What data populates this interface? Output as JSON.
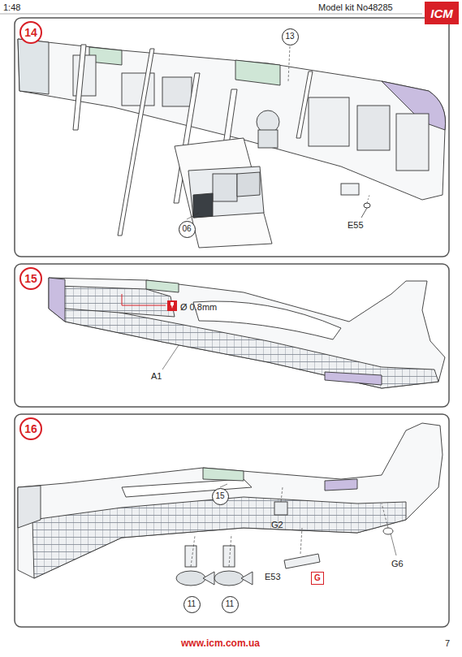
{
  "diagram": {
    "nodes": [
      {
        "text": [
          "ICM"
        ]
      },
      {
        "text": [
          "14"
        ]
      },
      {
        "text": [
          "13"
        ]
      },
      {
        "text": [
          "06"
        ]
      },
      {
        "text": [
          "15"
        ]
      },
      {
        "text": [
          "16"
        ]
      },
      {
        "text": [
          "15"
        ]
      },
      {
        "text": [
          "11"
        ]
      },
      {
        "text": [
          "11"
        ]
      },
      {
        "text": [
          "G"
        ]
      }
    ],
    "labels": [
      "1:48",
      "Model kit No48285",
      "E55",
      "Ø 0.8mm",
      "A1",
      "G6",
      "G2",
      "E53",
      "www.icm.com.ua",
      "7"
    ]
  }
}
